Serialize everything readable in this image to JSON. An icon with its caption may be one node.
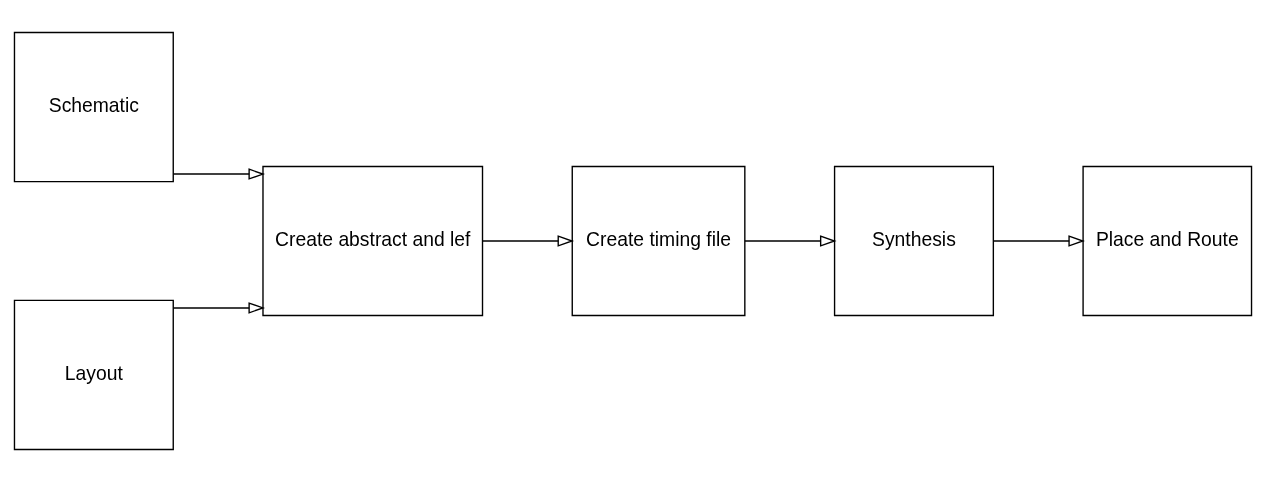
{
  "diagram": {
    "nodes": [
      {
        "text": [
          "Schematic"
        ]
      },
      {
        "text": [
          "Layout"
        ]
      },
      {
        "text": [
          "Create abstract and lef"
        ]
      },
      {
        "text": [
          "Create timing file"
        ]
      },
      {
        "text": [
          "Synthesis"
        ]
      },
      {
        "text": [
          "Place and Route"
        ]
      }
    ],
    "edges": [
      {
        "from": 0,
        "to": 2,
        "arrow": "to"
      },
      {
        "from": 1,
        "to": 2,
        "arrow": "to"
      },
      {
        "from": 2,
        "to": 3,
        "arrow": "to"
      },
      {
        "from": 3,
        "to": 4,
        "arrow": "to"
      },
      {
        "from": 4,
        "to": 5,
        "arrow": "to"
      }
    ]
  }
}
